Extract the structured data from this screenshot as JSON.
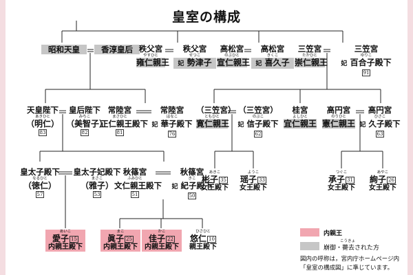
{
  "title": "皇室の構成",
  "colors": {
    "gray": "#c6c6c6",
    "pink": "#f1a6b0"
  },
  "g1": {
    "showa": "昭和天皇",
    "kojun": "香淳皇后",
    "chichibu_husband": "秩父宮",
    "chichibu_husband_reading": "やすひと",
    "chichibu_husband_name": "雍仁親王",
    "chichibu_wife": "秩父宮",
    "chichibu_wife_reading": "せつこ",
    "chichibu_wife_name": "勢津子",
    "takamatsu_husband": "高松宮",
    "takamatsu_husband_reading": "のぶひと",
    "takamatsu_husband_name": "宣仁親王",
    "takamatsu_wife": "高松宮",
    "takamatsu_wife_reading": "きくこ",
    "takamatsu_wife_name": "喜久子",
    "mikasa_husband": "三笠宮",
    "mikasa_husband_reading": "たかひと",
    "mikasa_husband_name": "崇仁親王",
    "mikasa_wife": "三笠宮",
    "mikasa_wife_reading": "ゆりこ",
    "mikasa_wife_name": "百合子殿下",
    "mikasa_wife_age": "91",
    "wife_prefix": "妃"
  },
  "g2": {
    "emperor": "天皇陛下",
    "emperor_reading": "あきひと",
    "emperor_name": "（明仁）",
    "emperor_age": "83",
    "empress": "皇后陛下",
    "empress_reading": "みちこ",
    "empress_name": "（美智子）",
    "empress_age": "82",
    "hitachi_husband": "常陸宮",
    "hitachi_husband_reading": "まさひと",
    "hitachi_husband_name": "正仁親王殿下",
    "hitachi_husband_age": "81",
    "hitachi_wife": "常陸宮",
    "hitachi_wife_reading": "はなこ",
    "hitachi_wife_name": "華子殿下",
    "hitachi_wife_age": "76",
    "tomohito": "（三笠宮）",
    "tomohito_reading": "ともひと",
    "tomohito_name": "寛仁親王",
    "tomohito_wife": "（三笠宮）",
    "tomohito_wife_reading": "のぶこ",
    "tomohito_wife_name": "信子殿下",
    "tomohito_wife_age": "62",
    "katsura": "桂宮",
    "katsura_reading": "よしひと",
    "katsura_name": "宜仁親王",
    "takamado_husband": "高円宮",
    "takamado_husband_reading": "のりひと",
    "takamado_husband_name": "憲仁親王",
    "takamado_wife": "高円宮",
    "takamado_wife_reading": "ひさこ",
    "takamado_wife_name": "久子殿下",
    "takamado_wife_age": "63"
  },
  "g3": {
    "crown_prince": "皇太子殿下",
    "crown_prince_reading": "なるひと",
    "crown_prince_name": "（徳仁）",
    "crown_prince_age": "57",
    "crown_princess": "皇太子妃殿下",
    "crown_princess_reading": "まさこ",
    "crown_princess_name": "（雅子）",
    "crown_princess_age": "53",
    "akishino_husband": "秋篠宮",
    "akishino_husband_reading": "ふみひと",
    "akishino_husband_name": "文仁親王殿下",
    "akishino_husband_age": "51",
    "akishino_wife": "秋篠宮",
    "akishino_wife_reading": "きこ",
    "akishino_wife_name": "紀子殿下",
    "akishino_wife_age": "50",
    "akiko_reading": "あきこ",
    "akiko_name": "彬子",
    "akiko_age": "35",
    "yoko_reading": "ようこ",
    "yoko_name": "瑶子",
    "yoko_age": "33",
    "tsuguko_reading": "つぐこ",
    "tsuguko_name": "承子",
    "tsuguko_age": "31",
    "ayako_reading": "あやこ",
    "ayako_name": "絢子",
    "ayako_age": "26",
    "queen_title": "女王殿下"
  },
  "g4": {
    "aiko_reading": "あいこ",
    "aiko_name": "愛子",
    "aiko_age": "15",
    "mako_reading": "まこ",
    "mako_name": "眞子",
    "mako_age": "25",
    "kako_reading": "かこ",
    "kako_name": "佳子",
    "kako_age": "22",
    "hisahito_reading": "ひさひと",
    "hisahito_name": "悠仁",
    "hisahito_age": "10",
    "princess_title": "内親王殿下",
    "prince_title": "親王殿下"
  },
  "legend": {
    "pink_label": "内親王",
    "gray_label": "崩御・薨去された方",
    "gray_reading": "こうきょ",
    "note_line1": "図内の呼称は，宮内庁ホームページ内",
    "note_line2": "「皇室の構成図」に準じています。"
  }
}
